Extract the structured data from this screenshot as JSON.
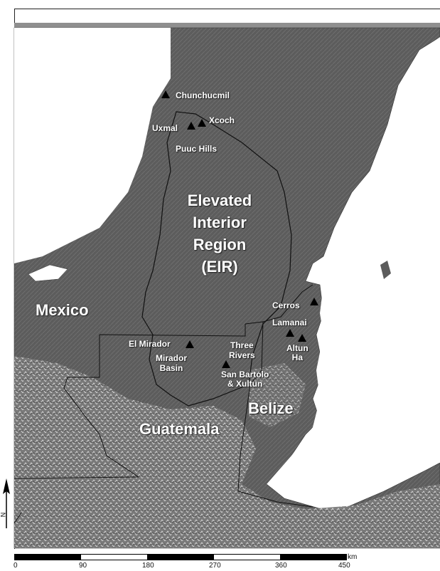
{
  "sites": [
    {
      "name": "Chunchucmil"
    },
    {
      "name": "Uxmal"
    },
    {
      "name": "Xcoch"
    },
    {
      "name": "El Mirador"
    },
    {
      "name": "San Bartolo\n& Xultun"
    },
    {
      "name": "Cerros"
    },
    {
      "name": "Lamanai"
    },
    {
      "name": "Altun\nHa"
    }
  ],
  "region_labels": {
    "puuc_hills": "Puuc Hills",
    "eir_line1": "Elevated",
    "eir_line2": "Interior",
    "eir_line3": "Region",
    "eir_line4": "(EIR)",
    "mirador_basin_line1": "Mirador",
    "mirador_basin_line2": "Basin",
    "three_rivers_line1": "Three",
    "three_rivers_line2": "Rivers"
  },
  "countries": {
    "mexico": "Mexico",
    "guatemala": "Guatemala",
    "belize": "Belize"
  },
  "scale": {
    "unit": "km",
    "ticks": [
      "0",
      "90",
      "180",
      "270",
      "360",
      "450"
    ]
  },
  "north_arrow_label": "N",
  "colors": {
    "land": "#5f5f5f",
    "highlands": "#8a8a8a",
    "water": "#ffffff",
    "boundary": "#111111"
  }
}
